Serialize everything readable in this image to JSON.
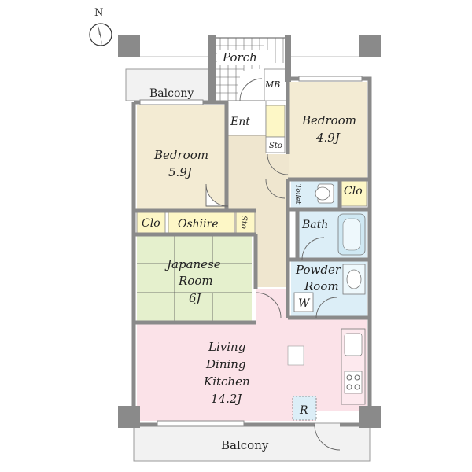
{
  "compass": {
    "north_label": "N"
  },
  "rooms": {
    "porch": "Porch",
    "balcony_north": "Balcony",
    "mb": "MB",
    "ent": "Ent",
    "sto_entrance": "Sto",
    "bedroom_east": {
      "name": "Bedroom",
      "size": "4.9J"
    },
    "bedroom_west": {
      "name": "Bedroom",
      "size": "5.9J"
    },
    "toilet": "Toilet",
    "clo_east": "Clo",
    "clo_west": "Clo",
    "oshiire": "Oshiire",
    "sto_hall": "Sto",
    "bath": "Bath",
    "japanese_room": {
      "name1": "Japanese",
      "name2": "Room",
      "size": "6J"
    },
    "powder_room": {
      "name1": "Powder",
      "name2": "Room",
      "w": "W"
    },
    "ldk": {
      "line1": "Living",
      "line2": "Dining",
      "line3": "Kitchen",
      "size": "14.2J"
    },
    "refrigerator": "R",
    "balcony_south": "Balcony"
  },
  "colors": {
    "wall": "#8a8a8a",
    "bedroom": "#f3ebd3",
    "hall": "#efe6cf",
    "japanese": "#e5f0cd",
    "ldk": "#fbe2e8",
    "wet": "#dceef7",
    "closet": "#fdf7c6",
    "balcony": "#f2f2f2"
  }
}
